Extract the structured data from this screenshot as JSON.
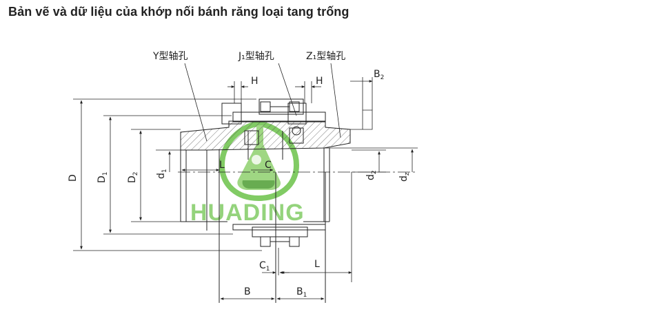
{
  "title": "Bản vẽ và dữ liệu của khớp nối bánh răng loại tang trống",
  "labels": {
    "y_hole": "Y型轴孔",
    "j1_hole": "J₁型轴孔",
    "z1_hole": "Z₁型轴孔",
    "h_left": "H",
    "h_right": "H",
    "b2": "B",
    "b2_sub": "2",
    "d_big": "D",
    "d1_big": "D",
    "d1_big_sub": "1",
    "d2_big": "D",
    "d2_big_sub": "2",
    "d1_small": "d",
    "d1_small_sub": "1",
    "d2_small": "d",
    "d2_small_sub": "2",
    "dz_small": "d",
    "dz_small_sub": "z",
    "l_left": "L",
    "c_mid": "C",
    "c1": "C",
    "c1_sub": "1",
    "l_right": "L",
    "b_bottom": "B",
    "b1_bottom": "B",
    "b1_bottom_sub": "1"
  },
  "watermark": {
    "text": "HUADING",
    "color": "#6cc24a"
  }
}
